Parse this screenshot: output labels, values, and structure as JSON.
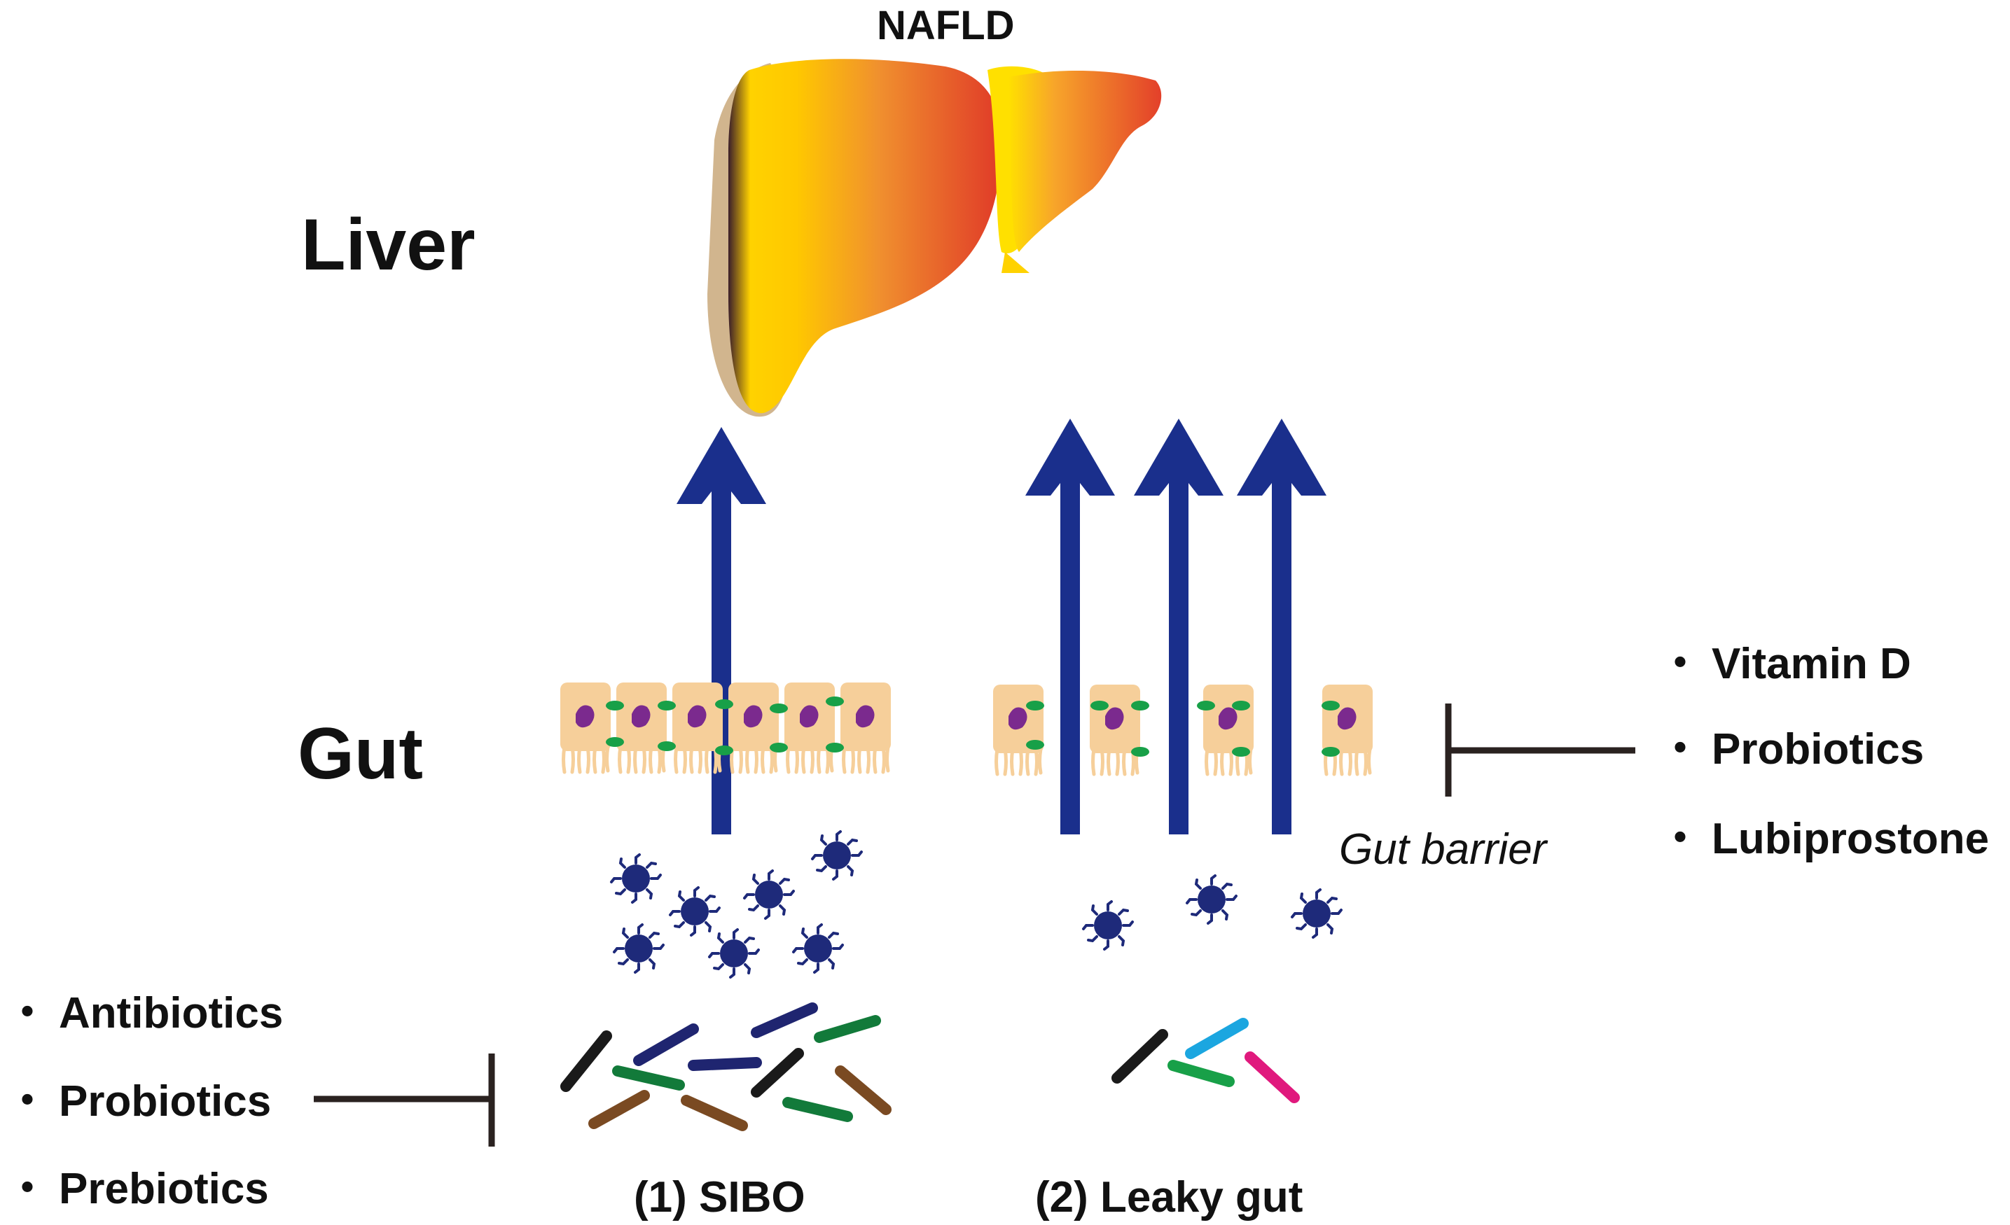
{
  "title": "NAFLD",
  "organs": {
    "liver": "Liver",
    "gut": "Gut"
  },
  "gut_barrier_label": "Gut barrier",
  "mechanisms": [
    {
      "label": "(1) SIBO"
    },
    {
      "label": "(2) Leaky gut"
    }
  ],
  "bullet": "・",
  "left_treatments": [
    "Antibiotics",
    "Probiotics",
    "Prebiotics"
  ],
  "right_treatments": [
    "Vitamin D",
    "Probiotics",
    "Lubiprostone"
  ],
  "colors": {
    "arrow": "#1a2f8c",
    "cell": "#f6cf9a",
    "nucleus": "#7b2a8e",
    "junction": "#18a048",
    "bacteria": "#1e2a7a",
    "inhibitor": "#2a2220",
    "liver_gradient": [
      "#3a1d2a",
      "#ffd200",
      "#f09030",
      "#e03a28"
    ]
  }
}
